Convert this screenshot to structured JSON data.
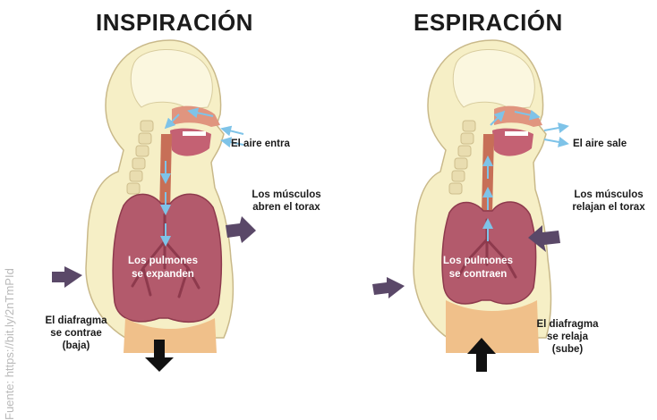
{
  "source_note": "Fuente: https://bit.ly/2nTmPId",
  "panels": [
    {
      "title": "INSPIRACIÓN",
      "air": "El aire entra",
      "muscles_line1": "Los músculos",
      "muscles_line2": "abren el torax",
      "lungs_line1": "Los pulmones",
      "lungs_line2": "se expanden",
      "diaphragm_line1": "El diafragma",
      "diaphragm_line2": "se contrae",
      "diaphragm_line3": "(baja)"
    },
    {
      "title": "ESPIRACIÓN",
      "air": "El aire sale",
      "muscles_line1": "Los músculos",
      "muscles_line2": "relajan el torax",
      "lungs_line1": "Los pulmones",
      "lungs_line2": "se contraen",
      "diaphragm_line1": "El diafragma",
      "diaphragm_line2": "se relaja",
      "diaphragm_line3": "(sube)"
    }
  ],
  "colors": {
    "skin": "#f6efc6",
    "skin_outline": "#c9b98a",
    "lung": "#b35a6c",
    "lung_dark": "#8e3a4d",
    "abdomen": "#f0c08a",
    "airway": "#c76f57",
    "arrow_purple": "#5a4868",
    "arrow_black": "#111111",
    "air_blue": "#7ec3e8"
  }
}
